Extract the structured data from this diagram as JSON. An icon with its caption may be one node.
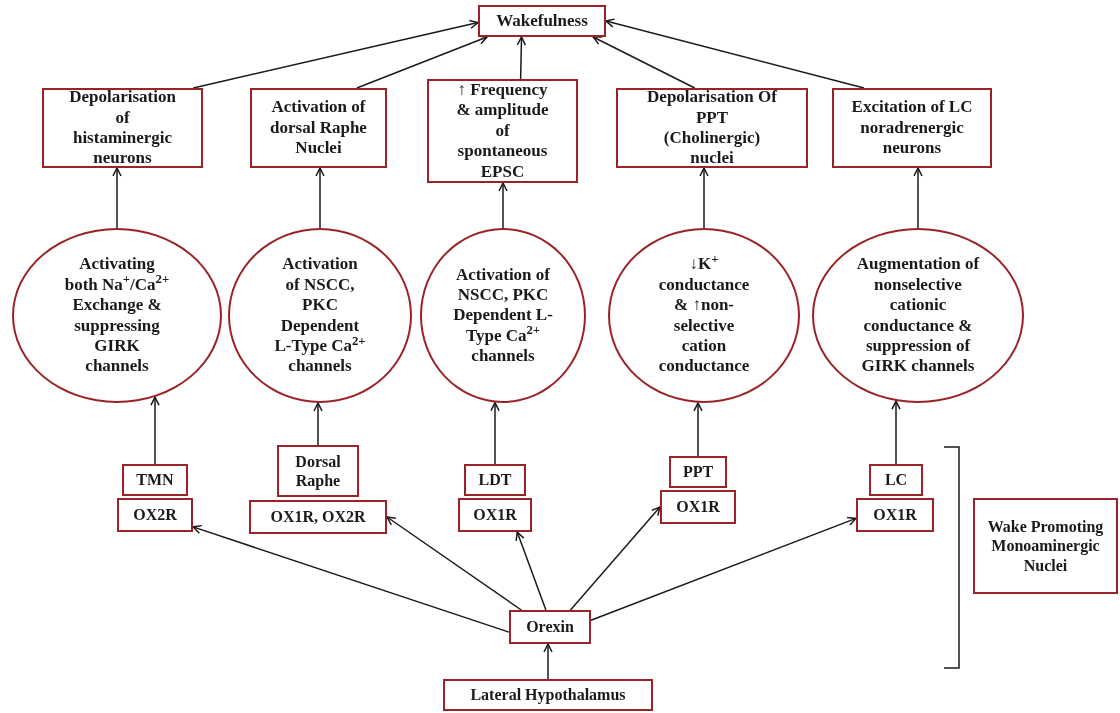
{
  "diagram": {
    "nodes": [
      {
        "text": [
          "Wakefulness"
        ]
      },
      {
        "text": [
          "Depolarisation of histaminergic neurons"
        ]
      },
      {
        "text": [
          "Activation of dorsal Raphe Nuclei"
        ]
      },
      {
        "text": [
          "↑ Frequency & amplitude of spontaneous EPSC"
        ]
      },
      {
        "text": [
          "Depolarisation Of PPT (Cholinergic) nuclei"
        ]
      },
      {
        "text": [
          "Excitation of LC noradrenergic neurons"
        ]
      },
      {
        "text": [
          "Activating both Na$^{+}$/Ca$^{2+}$ Exchange & suppressing GIRK channels"
        ]
      },
      {
        "text": [
          "Activation of NSCC, PKC Dependent L-Type Ca$^{2+}$ channels"
        ]
      },
      {
        "text": [
          "Activation of NSCC, PKC Dependent L-Type Ca$^{2+}$ channels"
        ]
      },
      {
        "text": [
          "↓K$^{+}$ conductance & ↑non-selective cation conductance"
        ]
      },
      {
        "text": [
          "Augmentation of nonselective cationic conductance & suppression of GIRK channels"
        ]
      },
      {
        "text": [
          "TMN"
        ]
      },
      {
        "text": [
          "OX2R"
        ]
      },
      {
        "text": [
          "Dorsal Raphe"
        ]
      },
      {
        "text": [
          "OX1R, OX2R"
        ]
      },
      {
        "text": [
          "LDT"
        ]
      },
      {
        "text": [
          "OX1R"
        ]
      },
      {
        "text": [
          "PPT"
        ]
      },
      {
        "text": [
          "OX1R"
        ]
      },
      {
        "text": [
          "LC"
        ]
      },
      {
        "text": [
          "OX1R"
        ]
      },
      {
        "text": [
          "Wake Promoting Monoaminergic Nuclei"
        ]
      },
      {
        "text": [
          "Orexin"
        ]
      },
      {
        "text": [
          "Lateral Hypothalamus"
        ]
      }
    ],
    "edges": [
      {
        "from": 1,
        "to": 0,
        "arrow": "to"
      },
      {
        "from": 2,
        "to": 0,
        "arrow": "to"
      },
      {
        "from": 3,
        "to": 0,
        "arrow": "to"
      },
      {
        "from": 4,
        "to": 0,
        "arrow": "to"
      },
      {
        "from": 5,
        "to": 0,
        "arrow": "to"
      },
      {
        "from": 6,
        "to": 1,
        "arrow": "to"
      },
      {
        "from": 7,
        "to": 2,
        "arrow": "to"
      },
      {
        "from": 8,
        "to": 3,
        "arrow": "to"
      },
      {
        "from": 9,
        "to": 4,
        "arrow": "to"
      },
      {
        "from": 10,
        "to": 5,
        "arrow": "to"
      },
      {
        "from": 11,
        "to": 6,
        "arrow": "to"
      },
      {
        "from": 13,
        "to": 7,
        "arrow": "to"
      },
      {
        "from": 15,
        "to": 8,
        "arrow": "to"
      },
      {
        "from": 17,
        "to": 9,
        "arrow": "to"
      },
      {
        "from": 19,
        "to": 10,
        "arrow": "to"
      },
      {
        "from": 22,
        "to": 12,
        "arrow": "to"
      },
      {
        "from": 22,
        "to": 14,
        "arrow": "to"
      },
      {
        "from": 22,
        "to": 16,
        "arrow": "to"
      },
      {
        "from": 22,
        "to": 18,
        "arrow": "to"
      },
      {
        "from": 22,
        "to": 20,
        "arrow": "to"
      },
      {
        "from": 23,
        "to": 22,
        "arrow": "to"
      }
    ]
  }
}
